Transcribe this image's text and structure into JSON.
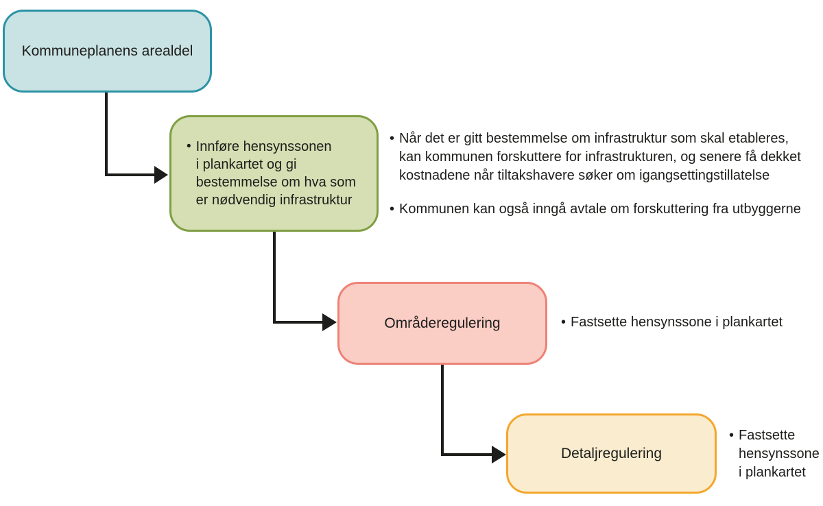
{
  "diagram": {
    "title_hint": "Flytdiagram for plannivåer og hensynssone for infrastruktur",
    "bullet_glyph": "•",
    "palette": {
      "kommuneplan_fill": "#c9e2e3",
      "kommuneplan_border": "#2b93a5",
      "hensynssone_fill": "#d5dfb3",
      "hensynssone_border": "#7f9e43",
      "omraaderegulering_fill": "#facdc5",
      "omraaderegulering_border": "#ee8276",
      "detaljregulering_fill": "#faeccf",
      "detaljregulering_border": "#f4a72c",
      "arrow_color": "#1d1d1b",
      "text_color": "#1d1d1b"
    },
    "nodes": [
      {
        "id": "kommuneplan",
        "label": "Kommuneplanens arealdel"
      },
      {
        "id": "hensynssone",
        "bullet_text": "Innføre hensynssonen\ni plankartet og gi\nbestemmelse om hva som\ner nødvendig infrastruktur"
      },
      {
        "id": "omraaderegulering",
        "label": "Områderegulering"
      },
      {
        "id": "detaljregulering",
        "label": "Detaljregulering"
      }
    ],
    "annotations": {
      "hensynssone_notes": [
        "Når det er gitt bestemmelse om infrastruktur som skal etableres,\nkan kommunen forskuttere for infrastrukturen, og senere få dekket\nkostnadene når tiltakshavere søker om igangsettingstillatelse",
        "Kommunen kan også inngå avtale om forskuttering fra utbyggerne"
      ],
      "omraaderegulering_note": "Fastsette hensynssone i plankartet",
      "detaljregulering_note": "Fastsette\nhensynssone\ni plankartet"
    }
  }
}
